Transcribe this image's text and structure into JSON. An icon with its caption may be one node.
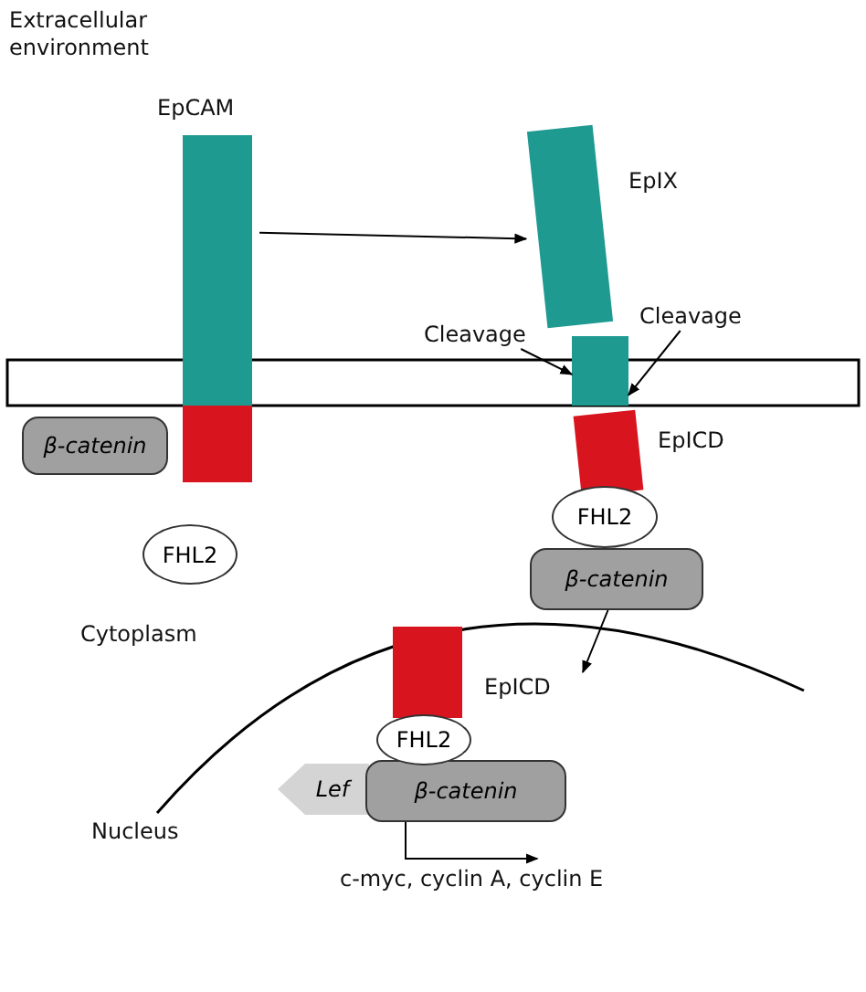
{
  "diagram": {
    "nodes": [
      {
        "text": [
          "EpCAM"
        ]
      },
      {
        "text": [
          "EpIX"
        ]
      },
      {
        "text": [
          "Cleavage"
        ]
      },
      {
        "text": [
          "Cleavage"
        ]
      },
      {
        "text": [],
        "shape": "bar"
      },
      {
        "text": [
          "β-catenin"
        ]
      },
      {
        "text": [],
        "shape": "bar"
      },
      {
        "text": [
          "EpICD"
        ]
      },
      {
        "text": [
          "FHL2"
        ]
      },
      {
        "text": [
          "FHL2"
        ]
      },
      {
        "text": [
          "β-catenin"
        ]
      },
      {
        "text": [
          "EpICD"
        ]
      },
      {
        "text": [
          "FHL2"
        ]
      },
      {
        "text": [
          "Lef"
        ]
      },
      {
        "text": [
          "β-catenin"
        ]
      },
      {
        "text": [
          "c-myc, cyclin A, cyclin E"
        ]
      }
    ],
    "edges": [
      {
        "from": 0,
        "to": 1,
        "arrow": "to"
      },
      {
        "from": 2,
        "to": 4,
        "arrow": "to"
      },
      {
        "from": 3,
        "to": 4,
        "arrow": "to"
      },
      {
        "from": 10,
        "to": 11,
        "arrow": "to"
      },
      {
        "from": 14,
        "to": 15,
        "arrow": "to"
      }
    ],
    "labels": [
      "Extracellular environment",
      "Cytoplasm",
      "Nucleus"
    ]
  }
}
